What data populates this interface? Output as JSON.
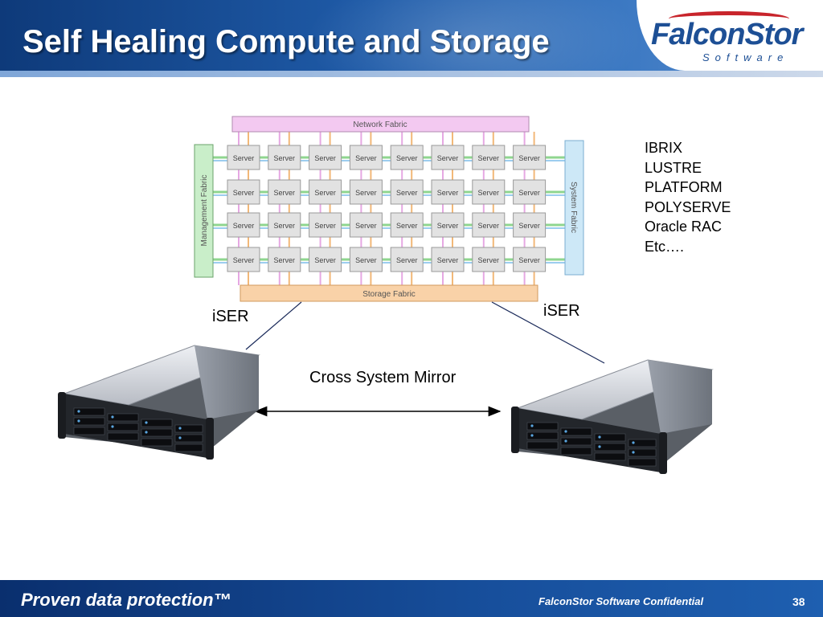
{
  "header": {
    "title": "Self Healing Compute and Storage",
    "logo": {
      "name": "FalconStor",
      "sub": "Software"
    }
  },
  "footer": {
    "tagline": "Proven data protection™",
    "confidential": "FalconStor Software Confidential",
    "page_number": "38"
  },
  "diagram": {
    "network_fabric": "Network Fabric",
    "management_fabric": "Management Fabric",
    "system_fabric": "System Fabric",
    "storage_fabric": "Storage Fabric",
    "server_label": "Server",
    "server_rows": 4,
    "server_cols": 8,
    "left_link_label": "iSER",
    "right_link_label": "iSER",
    "mirror_label": "Cross System Mirror",
    "applications": [
      "IBRIX",
      "LUSTRE",
      "PLATFORM",
      "POLYSERVE",
      "Oracle RAC",
      "Etc…."
    ]
  },
  "colors": {
    "network_fabric": "#f3c9f1",
    "management_fabric": "#c9eec9",
    "system_fabric": "#cde8f7",
    "storage_fabric": "#f9d2a8",
    "server": "#e2e2e2",
    "header_blue": "#1f5ba8",
    "footer_blue": "#0a2f6e"
  }
}
